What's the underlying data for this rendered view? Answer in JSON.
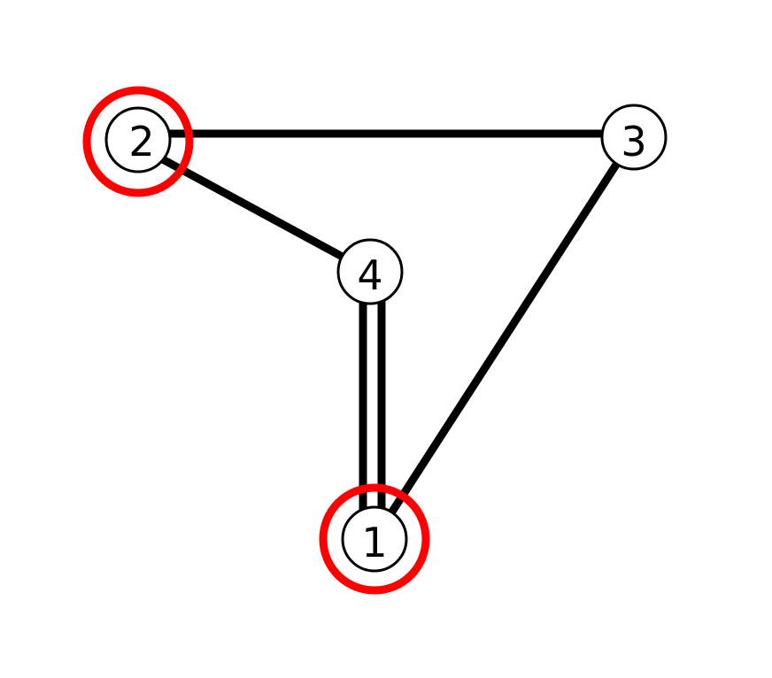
{
  "graph": {
    "nodes": [
      {
        "id": "1",
        "label": "1",
        "highlighted": true
      },
      {
        "id": "2",
        "label": "2",
        "highlighted": true
      },
      {
        "id": "3",
        "label": "3",
        "highlighted": false
      },
      {
        "id": "4",
        "label": "4",
        "highlighted": false
      }
    ],
    "edges": [
      {
        "source": "2",
        "target": "3",
        "multiplicity": 1
      },
      {
        "source": "2",
        "target": "4",
        "multiplicity": 1
      },
      {
        "source": "3",
        "target": "1",
        "multiplicity": 1
      },
      {
        "source": "4",
        "target": "1",
        "multiplicity": 2
      }
    ],
    "colors": {
      "highlight": "#ff0000",
      "edge": "#000000",
      "node_fill": "#ffffff"
    }
  }
}
